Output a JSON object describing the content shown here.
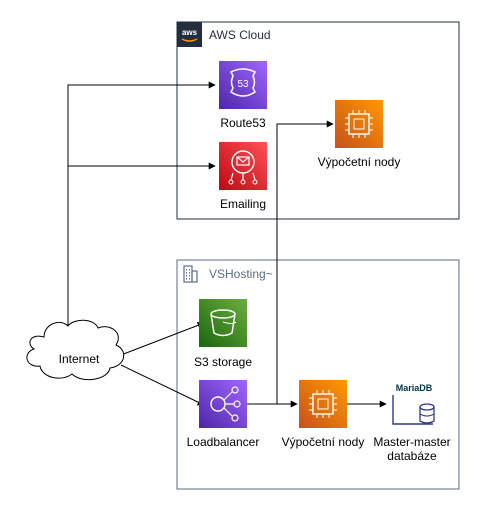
{
  "groups": {
    "aws": {
      "title": "AWS Cloud",
      "logo_text": "aws",
      "border_color": "#232F3E"
    },
    "vshosting": {
      "title": "VSHosting~",
      "border_color": "#5A6B86",
      "title_color": "#5A6B86"
    }
  },
  "nodes": {
    "route53": {
      "label": "Route53",
      "icon": "route53-icon",
      "color": "#8C4FFF",
      "badge": "53"
    },
    "emailing": {
      "label": "Emailing",
      "icon": "ses-email-icon",
      "color": "#DD344C"
    },
    "compute_aws": {
      "label": "Výpočetní nody",
      "icon": "ec2-chip-icon",
      "color": "#ED7100"
    },
    "s3": {
      "label": "S3 storage",
      "icon": "s3-bucket-icon",
      "color": "#7AA116"
    },
    "lb": {
      "label": "Loadbalancer",
      "icon": "elb-icon",
      "color": "#8C4FFF"
    },
    "compute_vs": {
      "label": "Výpočetní nody",
      "icon": "ec2-chip-icon",
      "color": "#ED7100"
    },
    "db": {
      "label_line1": "Master-master",
      "label_line2": "databáze",
      "icon": "mariadb-icon",
      "badge": "MariaDB",
      "color": "#003545"
    },
    "internet": {
      "label": "Internet",
      "icon": "cloud-icon"
    }
  }
}
